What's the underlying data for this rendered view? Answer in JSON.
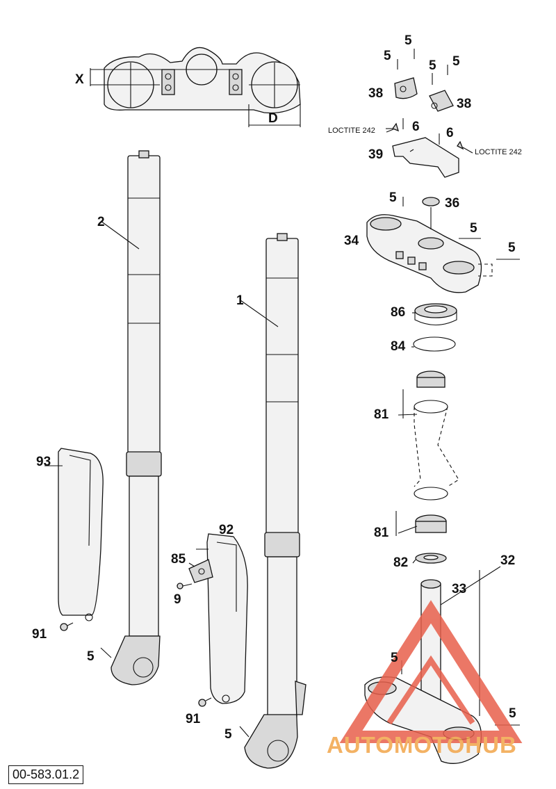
{
  "diagram": {
    "reference_code": "00-583.01.2",
    "dimension_labels": {
      "x": "X",
      "d": "D"
    },
    "notes": {
      "loctite_left": "LOCTITE 242",
      "loctite_right": "LOCTITE 242"
    },
    "callouts": {
      "c2": "2",
      "c1": "1",
      "c93": "93",
      "c92": "92",
      "c85": "85",
      "c9": "9",
      "c91a": "91",
      "c91b": "91",
      "c5_fork_left": "5",
      "c5_fork_right": "5",
      "c38_left": "38",
      "c38_right": "38",
      "c6_left": "6",
      "c6_right": "6",
      "c39": "39",
      "c5_top1": "5",
      "c5_top2": "5",
      "c5_top3": "5",
      "c5_top4": "5",
      "c34": "34",
      "c36": "36",
      "c5_clamp1": "5",
      "c5_clamp2": "5",
      "c5_clamp3": "5",
      "c86": "86",
      "c84": "84",
      "c81_top": "81",
      "c81_bottom": "81",
      "c82": "82",
      "c32": "32",
      "c33": "33",
      "c5_lower1": "5",
      "c5_lower2": "5"
    },
    "watermark": {
      "text": "AUTOMOTOHUB",
      "color_primary": "#f2a54a",
      "color_accent": "#e8604c"
    }
  }
}
